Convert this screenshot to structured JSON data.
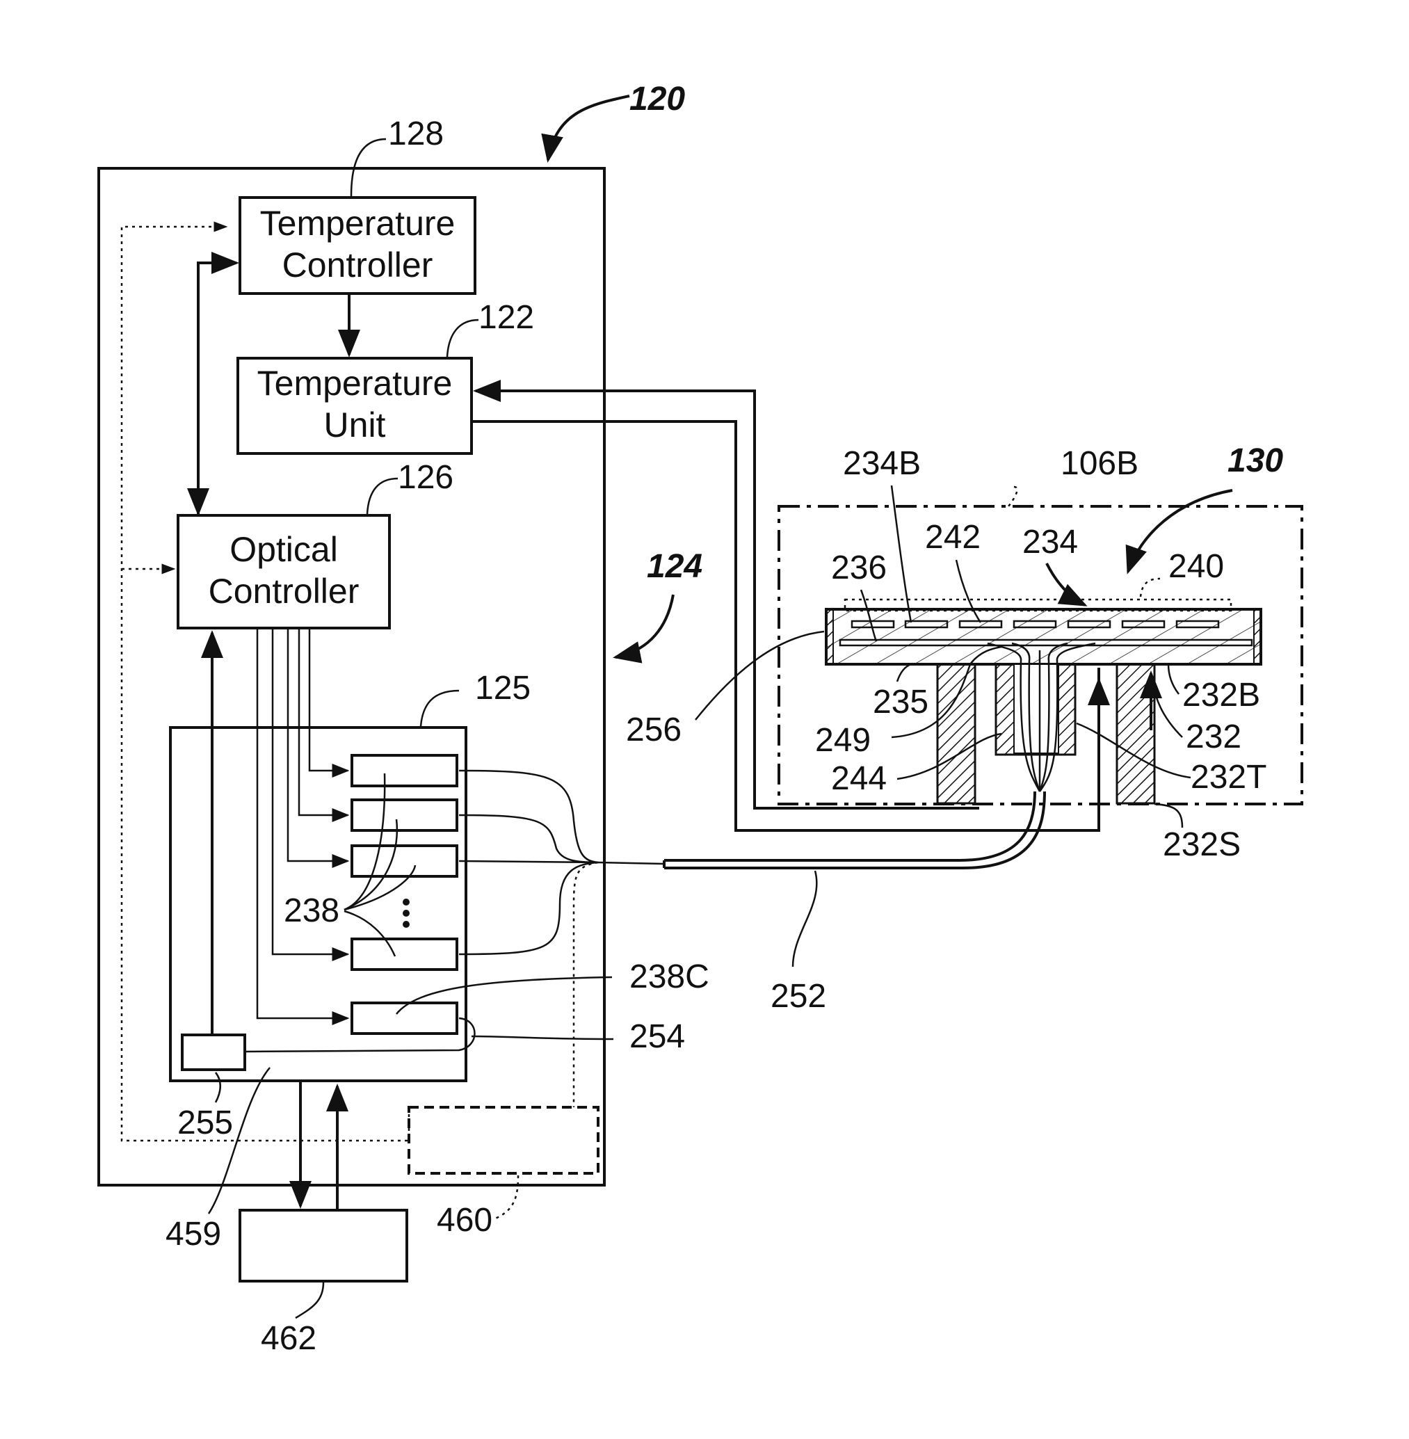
{
  "colors": {
    "ink": "#111111",
    "background": "#ffffff"
  },
  "blocks": {
    "temperature_controller": {
      "line1": "Temperature",
      "line2": "Controller"
    },
    "temperature_unit": {
      "line1": "Temperature",
      "line2": "Unit"
    },
    "optical_controller": {
      "line1": "Optical",
      "line2": "Controller"
    }
  },
  "labels": {
    "l120": "120",
    "l128": "128",
    "l122": "122",
    "l126": "126",
    "l124": "124",
    "l125": "125",
    "l238": "238",
    "l238c": "238C",
    "l254": "254",
    "l255": "255",
    "l459": "459",
    "l460": "460",
    "l462": "462",
    "l252": "252",
    "l256": "256",
    "l130": "130",
    "l106b": "106B",
    "l234b": "234B",
    "l242": "242",
    "l234": "234",
    "l240": "240",
    "l236": "236",
    "l235": "235",
    "l249": "249",
    "l244": "244",
    "l232b": "232B",
    "l232": "232",
    "l232t": "232T",
    "l232s": "232S"
  }
}
